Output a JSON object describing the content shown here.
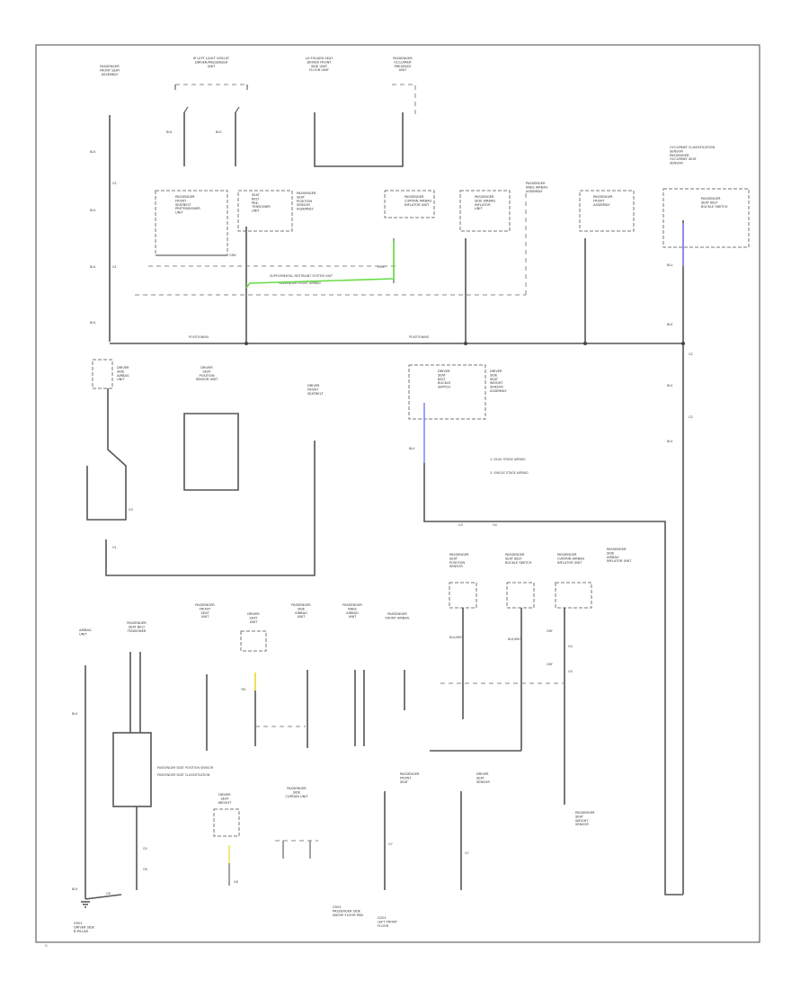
{
  "diagram": {
    "title": "",
    "footer_mark": "G",
    "colors": {
      "wire": "#555555",
      "green": "#66dd44",
      "blue": "#8888ff",
      "yellow": "#eedd44"
    },
    "labels": [
      {
        "id": "c1",
        "lines": [
          "PASSENGER",
          "FRONT SEAT",
          "ASSEMBLY"
        ]
      },
      {
        "id": "c2",
        "lines": [
          "IP LEFT LIGHT CIRCUIT",
          "DRIVER/PASSENGER",
          "UNIT"
        ]
      },
      {
        "id": "c3",
        "lines": [
          "LH FOLDED SEAT",
          "DRIVER FRONT",
          "SIDE UNIT",
          "FLOOR UNIT"
        ]
      },
      {
        "id": "c4",
        "lines": [
          "PASSENGER",
          "OCCUPANT",
          "PRESENCE",
          "UNIT"
        ]
      },
      {
        "id": "m1",
        "lines": [
          "PASSENGER",
          "FRONT",
          "SEATBELT",
          "PRETENSIONER",
          "UNIT"
        ]
      },
      {
        "id": "m2",
        "lines": [
          "SEAT",
          "BELT",
          "PRE-",
          "TENSIONER",
          "UNIT"
        ]
      },
      {
        "id": "m3",
        "lines": [
          "PASSENGER",
          "SEAT",
          "POSITION",
          "SENSOR",
          "ASSEMBLY"
        ]
      },
      {
        "id": "m4",
        "lines": [
          "PASSENGER",
          "CURTAIN AIRBAG",
          "INFLATOR UNIT"
        ]
      },
      {
        "id": "m5",
        "lines": [
          "PASSENGER",
          "SIDE AIRBAG",
          "INFLATOR",
          "UNIT"
        ]
      },
      {
        "id": "m6",
        "lines": [
          "PASSENGER",
          "KNEE AIRBAG",
          "ASSEMBLY"
        ]
      },
      {
        "id": "m7",
        "lines": [
          "PASSENGER",
          "FRONT",
          "ASSEMBLY"
        ]
      },
      {
        "id": "m8",
        "lines": [
          "OCCUPANT CLASSIFICATION",
          "SENSOR",
          "PASSENGER",
          "OCCUPANT SEAT",
          "SENSOR"
        ]
      },
      {
        "id": "m9",
        "lines": [
          "PASSENGER",
          "SEAT BELT",
          "BUCKLE SWITCH"
        ]
      },
      {
        "id": "l1",
        "lines": [
          "DRIVER",
          "SIDE",
          "AIRBAG",
          "UNIT"
        ]
      },
      {
        "id": "l2",
        "lines": [
          "DRIVER",
          "SEAT",
          "POSITION",
          "SENSOR UNIT"
        ]
      },
      {
        "id": "l3",
        "lines": [
          "DRIVER",
          "FRONT",
          "SEATBELT"
        ]
      },
      {
        "id": "r1",
        "lines": [
          "DRIVER",
          "SEAT",
          "BELT",
          "BUCKLE",
          "SWITCH"
        ]
      },
      {
        "id": "r2",
        "lines": [
          "DRIVER",
          "SIDE",
          "SEAT",
          "WEIGHT",
          "SENSOR",
          "ASSEMBLY"
        ]
      },
      {
        "id": "b1",
        "lines": [
          "PASSENGER",
          "SEAT",
          "POSITION",
          "SENSOR"
        ]
      },
      {
        "id": "b2",
        "lines": [
          "PASSENGER",
          "SEAT BELT",
          "BUCKLE SWITCH"
        ]
      },
      {
        "id": "b3",
        "lines": [
          "PASSENGER",
          "CURTAIN AIRBAG",
          "INFLATOR UNIT"
        ]
      },
      {
        "id": "b4",
        "lines": [
          "PASSENGER",
          "SIDE",
          "AIRBAG",
          "INFLATOR UNIT"
        ]
      },
      {
        "id": "d1",
        "lines": [
          "AIRBAG",
          "UNIT"
        ]
      },
      {
        "id": "d2",
        "lines": [
          "PASSENGER",
          "SEAT BELT",
          "TENSIONER"
        ]
      },
      {
        "id": "d3",
        "lines": [
          "PASSENGER",
          "FRONT",
          "SEAT",
          "UNIT"
        ]
      },
      {
        "id": "d4",
        "lines": [
          "DRIVER",
          "SEAT",
          "UNIT"
        ]
      },
      {
        "id": "d5",
        "lines": [
          "PASSENGER",
          "SIDE",
          "AIRBAG",
          "UNIT"
        ]
      },
      {
        "id": "d6",
        "lines": [
          "PASSENGER",
          "KNEE",
          "AIRBAG",
          "UNIT"
        ]
      },
      {
        "id": "d7",
        "lines": [
          "PASSENGER",
          "FRONT AIRBAG"
        ]
      },
      {
        "id": "e1",
        "lines": [
          "DRIVER",
          "SEAT",
          "WEIGHT"
        ]
      },
      {
        "id": "e2",
        "lines": [
          "PASSENGER",
          "SIDE",
          "CURTAIN UNIT"
        ]
      },
      {
        "id": "e3",
        "lines": [
          "PASSENGER",
          "FRONT",
          "SEAT"
        ]
      },
      {
        "id": "e4",
        "lines": [
          "DRIVER",
          "SEAT",
          "SENSOR"
        ]
      },
      {
        "id": "e5",
        "lines": [
          "PASSENGER",
          "SEAT",
          "WEIGHT",
          "SENSOR"
        ]
      },
      {
        "id": "x1",
        "lines": [
          "G501",
          "DRIVER SIDE",
          "B-PILLAR"
        ]
      },
      {
        "id": "x2",
        "lines": [
          "G502",
          "PASSENGER SIDE",
          "ABOVE FLOOR PAN"
        ]
      },
      {
        "id": "x3",
        "lines": [
          "G201",
          "LEFT FRONT",
          "FLOOR"
        ]
      }
    ],
    "notes": [
      {
        "id": "n1",
        "text": "SUPPLEMENTAL RESTRAINT SYSTEM UNIT"
      },
      {
        "id": "n2",
        "text": "PASSENGER FRONT AIRBAG"
      },
      {
        "id": "n3",
        "text": "1: DUAL STAGE AIRBAG"
      },
      {
        "id": "n4",
        "text": "2: SINGLE STAGE AIRBAG"
      },
      {
        "id": "n5",
        "text": "PASSENGER SEAT POSITION SENSOR"
      },
      {
        "id": "n6",
        "text": "PASSENGER SEAT CLASSIFICATION"
      },
      {
        "id": "bus1",
        "text": "POSITIONING"
      },
      {
        "id": "bus2",
        "text": "POSITIONING"
      }
    ],
    "wire_tags": [
      "BLK",
      "BLK",
      "BLK",
      "BLK",
      "BLK",
      "BLK",
      "GRN",
      "GRN",
      "BLU",
      "BLU",
      "YEL",
      "BLK/WHT",
      "BLK/WHT",
      "GRY",
      "GRY",
      "BLK",
      "BLK",
      "BLK",
      "BLK",
      "BLK"
    ],
    "wire_numbers": [
      "G1",
      "G1",
      "G1",
      "G2",
      "G2",
      "G3",
      "G3",
      "G4",
      "G4",
      "G5",
      "G5",
      "G6",
      "G6",
      "G7",
      "G7",
      "G8"
    ]
  }
}
